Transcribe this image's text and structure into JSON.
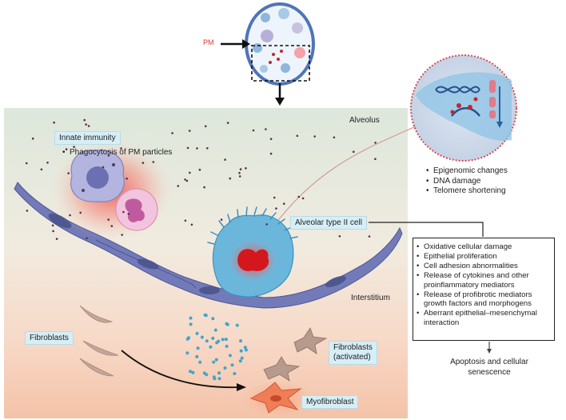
{
  "labels": {
    "pm": "PM",
    "alveolus": "Alveolus",
    "innate_immunity": "Innate immunity",
    "phagocytosis": "Phagocytosis of PM particles",
    "alveolar_type_ii": "Alveolar type II cell",
    "interstitium": "Interstitium",
    "fibroblasts": "Fibroblasts",
    "fibroblasts_activated_line1": "Fibroblasts",
    "fibroblasts_activated_line2": "(activated)",
    "myofibroblast": "Myofibroblast",
    "outcome_line1": "Apoptosis and cellular",
    "outcome_line2": "senescence"
  },
  "zoom_effects": [
    "Epigenomic changes",
    "DNA damage",
    "Telomere shortening"
  ],
  "epithelial_effects": [
    "Oxidative cellular damage",
    "Epithelial proliferation",
    "Cell adhesion abnormalities",
    "Release of cytokines and other",
    "proinflammatory mediators",
    "Release of profibrotic mediators",
    "growth factors and morphogens",
    "Aberrant epithelial–mesenchymal",
    "interaction"
  ],
  "colors": {
    "cell_membrane": "#6f78b5",
    "alveolar_cell": "#6bb7dc",
    "nucleus_damage": "#e8262a",
    "pm_particle": "#5a2d4d",
    "myofibroblast": "#ef7d55",
    "fibroblast": "#b79a8e",
    "zoom_border": "#d44c52"
  }
}
